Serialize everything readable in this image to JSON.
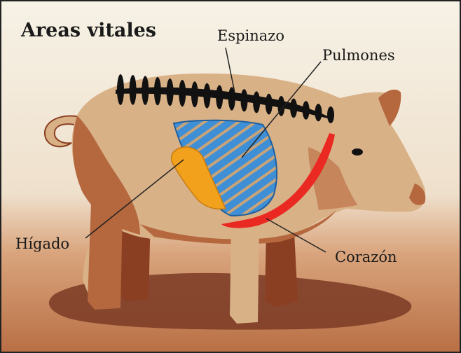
{
  "diagram": {
    "title": "Areas vitales",
    "labels": {
      "spine": "Espinazo",
      "lungs": "Pulmones",
      "liver": "Hígado",
      "heart": "Corazón"
    },
    "colors": {
      "background_top": "#f4f0e4",
      "ground": "#c98b62",
      "shadow": "#7a3a25",
      "body_tan": "#d9b187",
      "body_brown": "#b5673e",
      "dark_brown": "#8a3f22",
      "spine": "#111111",
      "lungs_blue": "#3f8fd6",
      "lungs_stripe": "#c7a37a",
      "liver": "#f2a11c",
      "heart": "#ea2a22",
      "eye": "#111111"
    }
  }
}
